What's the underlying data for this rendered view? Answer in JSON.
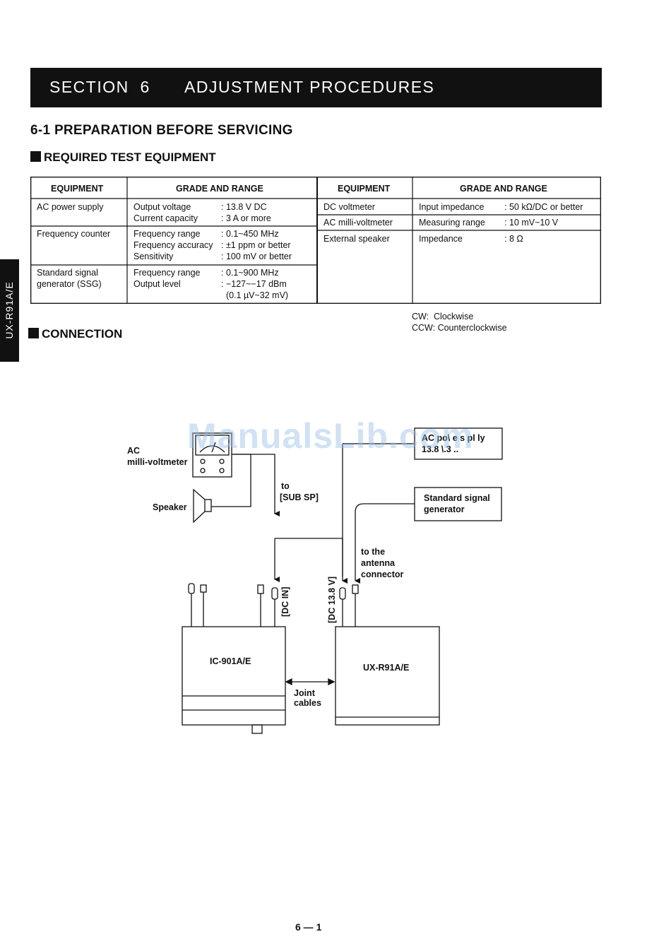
{
  "section": {
    "number": "SECTION  6",
    "title": "ADJUSTMENT PROCEDURES"
  },
  "subsection": {
    "title": "6-1  PREPARATION BEFORE SERVICING"
  },
  "required_equipment": {
    "heading": "REQUIRED TEST EQUIPMENT",
    "headers": {
      "equipment": "EQUIPMENT",
      "grade": "GRADE AND RANGE"
    },
    "left": [
      {
        "name": "AC power supply",
        "params": "Output voltage\nCurrent capacity",
        "values": ": 13.8 V DC\n: 3 A or more"
      },
      {
        "name": "Frequency counter",
        "params": "Frequency range\nFrequency accuracy\nSensitivity",
        "values": ": 0.1~450 MHz\n: ±1 ppm or better\n: 100 mV or better"
      },
      {
        "name": "Standard signal\ngenerator (SSG)",
        "params": "Frequency range\nOutput level",
        "values": ": 0.1~900 MHz\n: −127~−17 dBm\n  (0.1 µV~32 mV)"
      }
    ],
    "right": [
      {
        "name": "DC voltmeter",
        "params": "Input impedance",
        "values": ": 50 kΩ/DC or better"
      },
      {
        "name": "AC milli-voltmeter",
        "params": "Measuring range",
        "values": ": 10 mV~10 V"
      },
      {
        "name": "External speaker",
        "params": "Impedance",
        "values": ": 8 Ω"
      }
    ]
  },
  "legend": {
    "cw": "CW:  Clockwise",
    "ccw": "CCW: Counterclockwise"
  },
  "connection": {
    "heading": "CONNECTION",
    "labels": {
      "ac_mv_1": "AC",
      "ac_mv_2": "milli-voltmeter",
      "speaker": "Speaker",
      "to": "to",
      "sub_sp": "[SUB SP]",
      "ac_ps_1": "AC  po\\ e  s  pl  ly",
      "ac_ps_2": "13.8 \\.3 ..",
      "ssg_1": "Standard signal",
      "ssg_2": "generator",
      "to_the": "to the",
      "antenna": "antenna",
      "connector": "connector",
      "dc_in": "[DC IN]",
      "dc_13_8": "[DC 13.8 V]",
      "ic901": "IC-901A/E",
      "uxr91": "UX-R91A/E",
      "joint_1": "Joint",
      "joint_2": "cables"
    }
  },
  "side_tab": "UX-R91A/E",
  "watermark": "ManualsLib.com",
  "page_number": "6 — 1"
}
